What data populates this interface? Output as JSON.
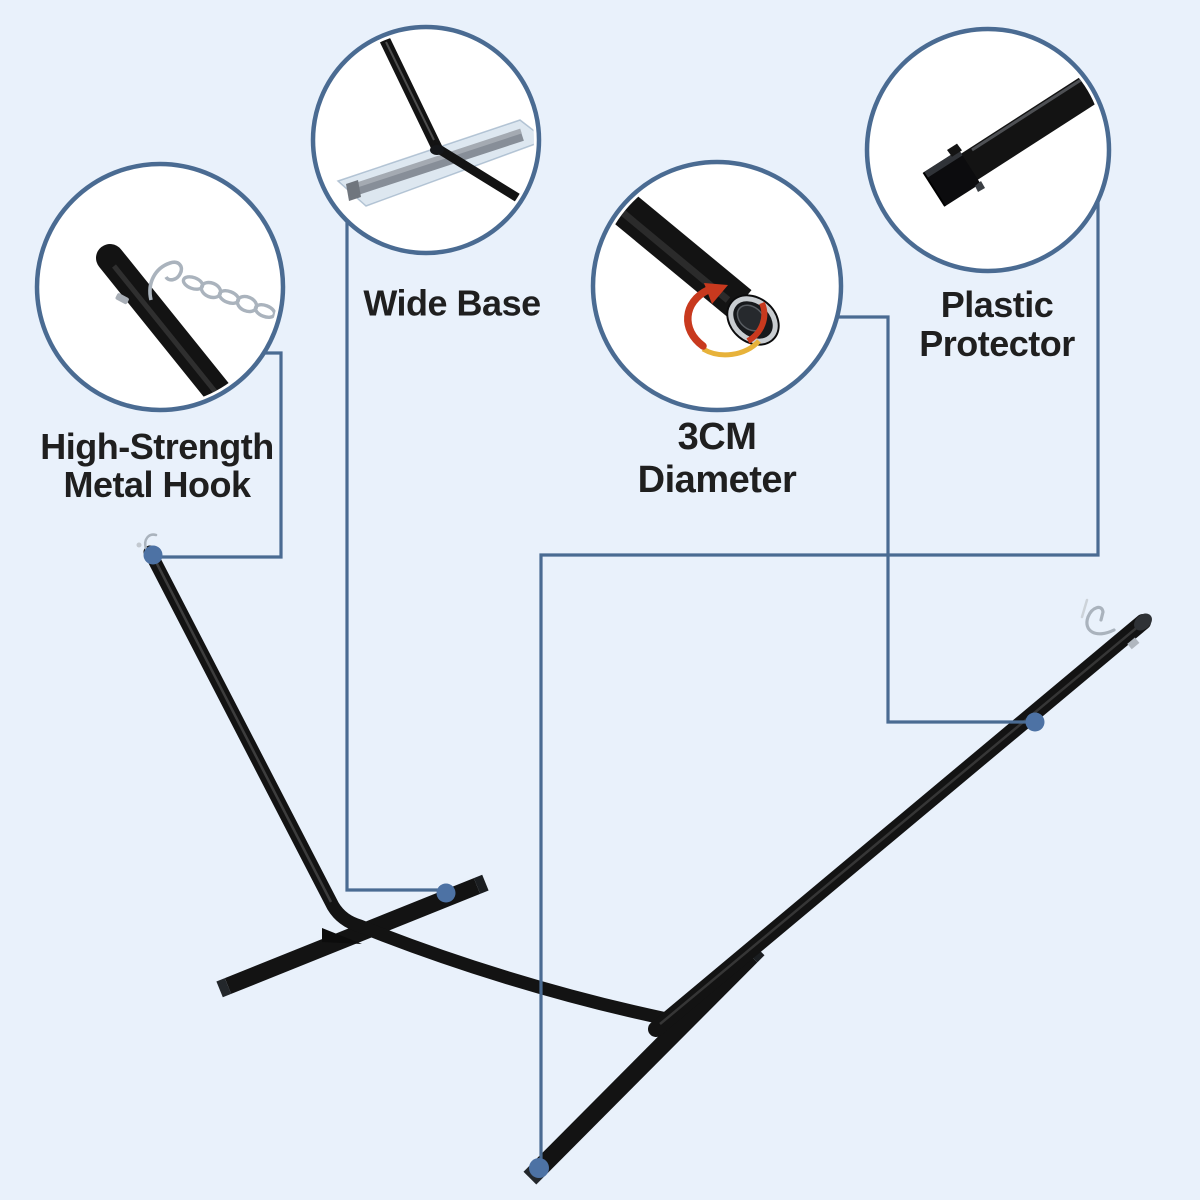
{
  "colors": {
    "background": "#e9f1fb",
    "accent": "#4a6b92",
    "dot": "#4d72a4",
    "text": "#1f1f1f",
    "product_black": "#131313",
    "metal_silver": "#aab3bd",
    "arrow_red": "#c8391e",
    "arrow_yellow": "#e7b23a",
    "gray_bar": "#878e98",
    "sleeve": "#bccfe2"
  },
  "callouts": [
    {
      "id": "metal-hook",
      "icon": "metal-hook-closeup-icon",
      "label_lines": [
        "High-Strength",
        "Metal Hook"
      ]
    },
    {
      "id": "wide-base",
      "icon": "wide-base-closeup-icon",
      "label_lines": [
        "Wide Base"
      ]
    },
    {
      "id": "tube-diameter",
      "icon": "tube-diameter-closeup-icon",
      "label_lines": [
        "3CM",
        "Diameter"
      ]
    },
    {
      "id": "plastic-protector",
      "icon": "plastic-protector-closeup-icon",
      "label_lines": [
        "Plastic",
        "Protector"
      ]
    }
  ]
}
